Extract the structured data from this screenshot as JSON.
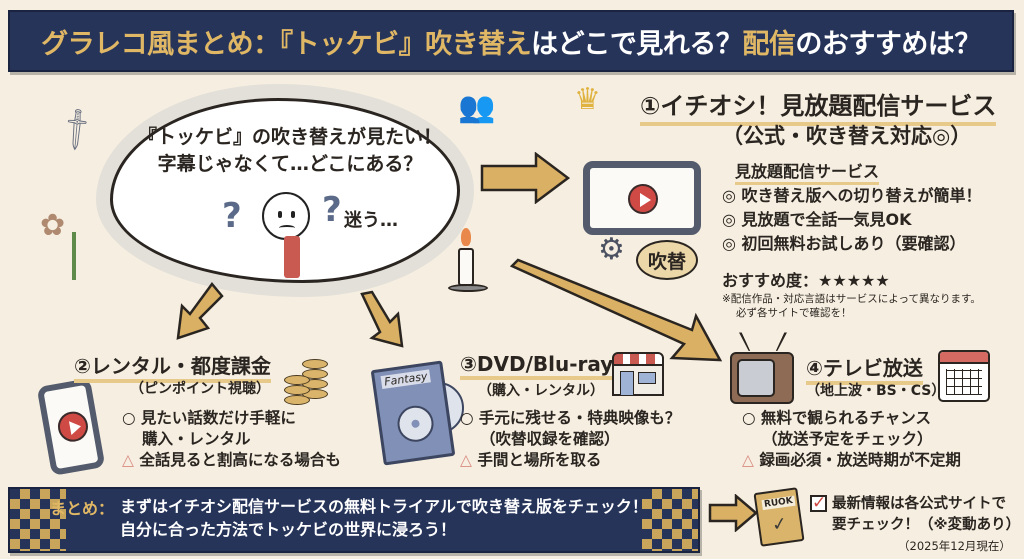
{
  "title": {
    "part1": "グラレコ風まとめ：『トッケビ』吹き替え",
    "part2": "はどこで見れる？",
    "part3": "配信",
    "part4": "のおすすめは？"
  },
  "thought": {
    "line1": "『トッケビ』の吹き替えが見たい！",
    "line2": "字幕じゃなくて…どこにある？",
    "mayou": "迷う…",
    "question_mark": "?"
  },
  "section1": {
    "title": "①イチオシ！見放題配信サービス",
    "subtitle": "（公式・吹き替え対応◎）",
    "label": "見放題配信サービス",
    "items": [
      "◎ 吹き替え版への切り替えが簡単！",
      "◎ 見放題で全話一気見OK",
      "◎ 初回無料お試しあり（要確認）"
    ],
    "rating_label": "おすすめ度：",
    "rating_stars": "★★★★★",
    "note_line1": "※配信作品・対応言語はサービスによって異なります。",
    "note_line2": "必ず各サイトで確認を！",
    "bubble": "吹替"
  },
  "section2": {
    "title": "②レンタル・都度課金",
    "subtitle": "（ピンポイント視聴）",
    "pro_line1": "○ 見たい話数だけ手軽に",
    "pro_line2": "購入・レンタル",
    "con_mark": "△",
    "con": "全話見ると割高になる場合も"
  },
  "section3": {
    "title": "③DVD/Blu-ray",
    "subtitle": "（購入・レンタル）",
    "pro_line1": "○ 手元に残せる・特典映像も？",
    "pro_line2": "（吹替収録を確認）",
    "con_mark": "△",
    "con": "手間と場所を取る",
    "dvd_label": "Fantasy"
  },
  "section4": {
    "title": "④テレビ放送",
    "subtitle": "（地上波・BS・CS）",
    "pro_line1": "○ 無料で観られるチャンス",
    "pro_line2": "（放送予定をチェック）",
    "con_mark": "△",
    "con": "録画必須・放送時期が不定期"
  },
  "summary": {
    "label": "まとめ：",
    "line1": "まずはイチオシ配信サービスの無料トライアルで吹き替え版をチェック！",
    "line2": "自分に合った方法でトッケビの世界に浸ろう！"
  },
  "footer": {
    "book_label": "RUOK",
    "check_mark": "✓",
    "line1": "最新情報は各公式サイトで",
    "line2": "要チェック！（※変動あり）",
    "as_of": "（2025年12月現在）"
  },
  "colors": {
    "navy": "#26345a",
    "gold": "#e0b865",
    "background": "#f6efe1",
    "red": "#cf4a45"
  }
}
